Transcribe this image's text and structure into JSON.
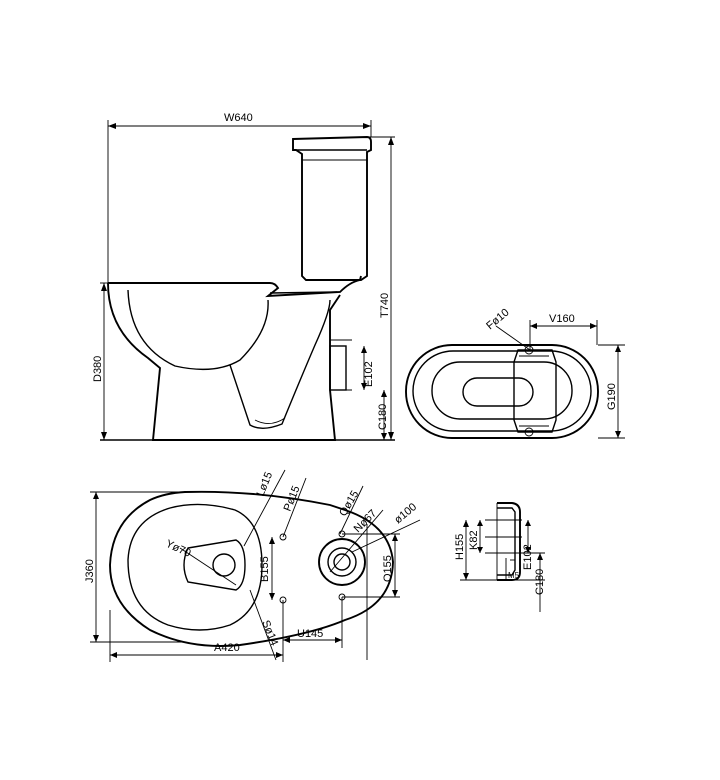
{
  "dimensions": {
    "W": "W640",
    "T": "T740",
    "D": "D380",
    "E_side": "E102",
    "C_side": "C180",
    "F": "Fø10",
    "V": "V160",
    "G": "G190",
    "L": "Lø15",
    "P": "Pø15",
    "Q": "Qø15",
    "N": "Nø67",
    "dia100": "ø100",
    "Y": "Yø70",
    "B": "B155",
    "O": "O155",
    "J": "J360",
    "S": "Sø14",
    "U": "U145",
    "A": "A420",
    "H": "H155",
    "K": "K82",
    "E_detail": "E102",
    "C_detail": "C180",
    "M": "M5"
  }
}
